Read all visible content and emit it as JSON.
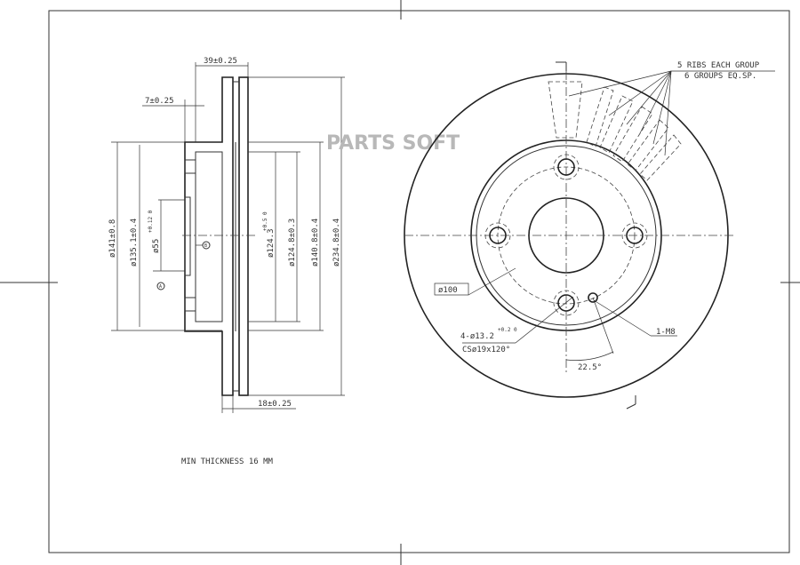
{
  "watermark": "PARTS SOFT",
  "side_view": {
    "overall_width": "39±0.25",
    "hat_offset": "7±0.25",
    "disc_thickness": "18±0.25",
    "dia_141": "ø141±0.8",
    "dia_135": "ø135.1±0.4",
    "dia_55": "ø55",
    "dia_55_tol": "+0.12 0",
    "dia_124_3": "ø124.3",
    "dia_124_3_tol": "+0.5 0",
    "dia_124_8": "ø124.8±0.3",
    "dia_140_8": "ø140.8±0.4",
    "dia_234_8": "ø234.8±0.4",
    "datum_a": "A",
    "datum_b": "B"
  },
  "front_view": {
    "ribs_line1": "5 RIBS EACH GROUP",
    "ribs_line2": "6 GROUPS EQ.SP.",
    "bolt_circle": "ø100",
    "holes_line1": "4-ø13.2",
    "holes_tol": "+0.2 0",
    "holes_line2": "CSø19x120°",
    "thread": "1-M8",
    "angle": "22.5°"
  },
  "note": "MIN THICKNESS 16 MM"
}
